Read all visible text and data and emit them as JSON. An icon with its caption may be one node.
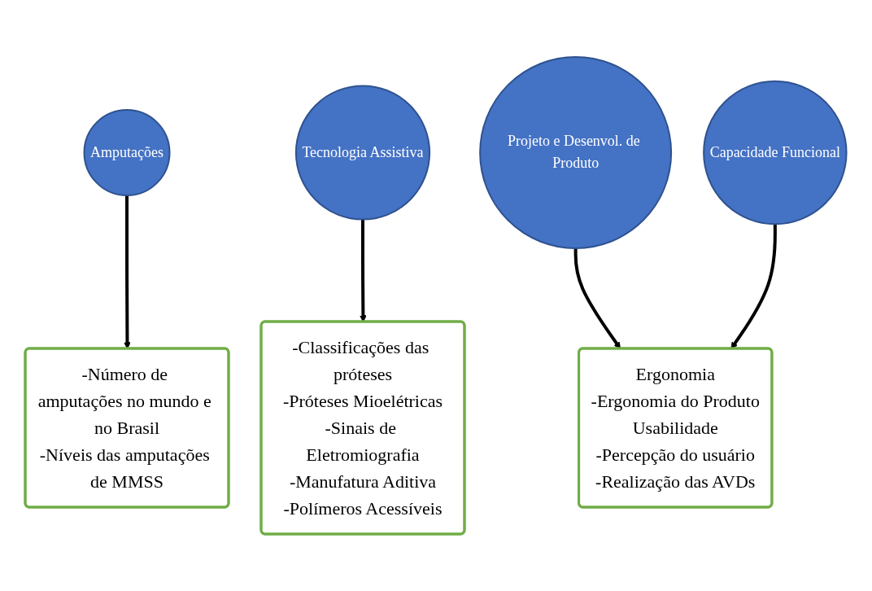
{
  "diagram": {
    "nodes": [
      {
        "text": [
          "Amputações"
        ]
      },
      {
        "text": [
          "Tecnologia Assistiva"
        ]
      },
      {
        "text": [
          "Projeto e Desenvol. de Produto"
        ]
      },
      {
        "text": [
          "Capacidade Funcional"
        ]
      },
      {
        "text": [
          "-Número de amputações no mundo e no Brasil",
          "-Níveis das amputações de MMSS"
        ]
      },
      {
        "text": [
          "-Classificações das próteses",
          "-Próteses Mioelétricas",
          "-Sinais de Eletromiografia",
          "-Manufatura Aditiva",
          "-Polímeros Acessíveis"
        ]
      },
      {
        "text": [
          "Ergonomia",
          "-Ergonomia do Produto",
          "Usabilidade",
          "-Percepção do usuário",
          "-Realização das AVDs"
        ]
      }
    ],
    "edges": [
      {
        "from": 0,
        "to": 4,
        "arrow": "to"
      },
      {
        "from": 1,
        "to": 5,
        "arrow": "to"
      },
      {
        "from": 2,
        "to": 6,
        "arrow": "to"
      },
      {
        "from": 3,
        "to": 6,
        "arrow": "to"
      }
    ]
  }
}
